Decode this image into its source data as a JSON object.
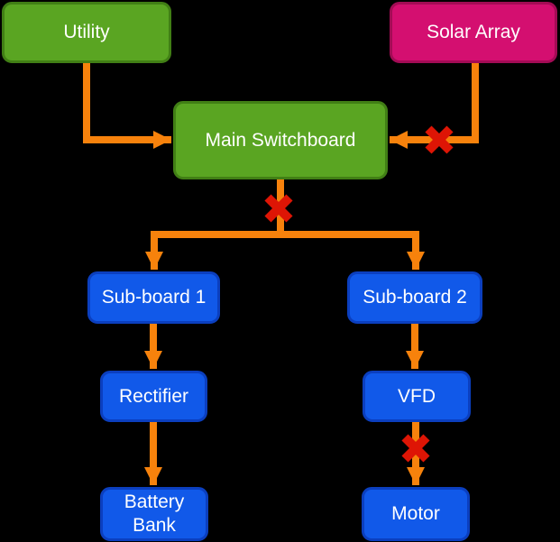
{
  "diagram": {
    "type": "flowchart",
    "background": "#000000",
    "nodes": {
      "utility": {
        "label": "Utility",
        "fill": "#5AA522",
        "border": "#417F15",
        "text_color": "#FFFFFF"
      },
      "solar_array": {
        "label": "Solar Array",
        "fill": "#D40F70",
        "border": "#A30B55",
        "text_color": "#FFFFFF"
      },
      "main_switchboard": {
        "label": "Main Switchboard",
        "fill": "#5AA522",
        "border": "#417F15",
        "text_color": "#FFFFFF"
      },
      "sub_board_1": {
        "label": "Sub-board 1",
        "fill": "#1159E9",
        "border": "#0B3FBF",
        "text_color": "#FFFFFF"
      },
      "sub_board_2": {
        "label": "Sub-board 2",
        "fill": "#1159E9",
        "border": "#0B3FBF",
        "text_color": "#FFFFFF"
      },
      "rectifier": {
        "label": "Rectifier",
        "fill": "#1159E9",
        "border": "#0B3FBF",
        "text_color": "#FFFFFF"
      },
      "vfd": {
        "label": "VFD",
        "fill": "#1159E9",
        "border": "#0B3FBF",
        "text_color": "#FFFFFF"
      },
      "battery_bank": {
        "label": "Battery Bank",
        "fill": "#1159E9",
        "border": "#0B3FBF",
        "text_color": "#FFFFFF"
      },
      "motor": {
        "label": "Motor",
        "fill": "#1159E9",
        "border": "#0B3FBF",
        "text_color": "#FFFFFF"
      }
    },
    "edges": [
      {
        "from": "utility",
        "to": "main_switchboard",
        "fault": false
      },
      {
        "from": "solar_array",
        "to": "main_switchboard",
        "fault": true
      },
      {
        "from": "main_switchboard",
        "to": "sub_board_1",
        "fault": true
      },
      {
        "from": "main_switchboard",
        "to": "sub_board_2",
        "fault": true
      },
      {
        "from": "sub_board_1",
        "to": "rectifier",
        "fault": false
      },
      {
        "from": "rectifier",
        "to": "battery_bank",
        "fault": false
      },
      {
        "from": "sub_board_2",
        "to": "vfd",
        "fault": false
      },
      {
        "from": "vfd",
        "to": "motor",
        "fault": true
      }
    ],
    "fault_marks": [
      {
        "between": "solar_array and main_switchboard"
      },
      {
        "between": "main_switchboard and sub-board branch"
      },
      {
        "between": "vfd and motor"
      }
    ],
    "colors": {
      "connector": "#F7820C",
      "fault_x": "#DE1505"
    }
  }
}
